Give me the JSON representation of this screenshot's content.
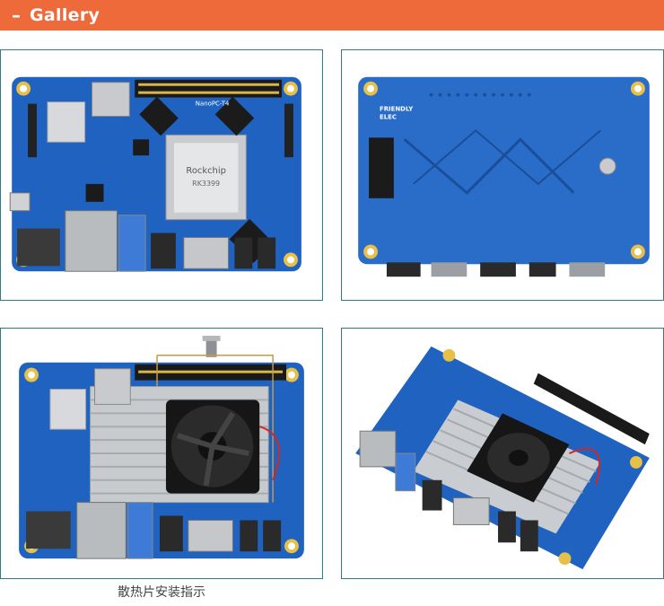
{
  "header": {
    "dash": "–",
    "title": "Gallery"
  },
  "photos": [
    {
      "name": "board-top",
      "board_label": "NanoPC-T4",
      "soc_brand": "Rockchip",
      "soc_model": "RK3399"
    },
    {
      "name": "board-bottom",
      "brand_label_line1": "FRIENDLY",
      "brand_label_line2": "ELEC"
    },
    {
      "name": "heatsink-top"
    },
    {
      "name": "heatsink-angle"
    }
  ],
  "caption": "散热片安装指示",
  "colors": {
    "accent": "#ef6a3a",
    "frame_border": "#2e7d84",
    "pcb_blue": "#1f5fb8",
    "gold_pads": "#e7c04a"
  }
}
